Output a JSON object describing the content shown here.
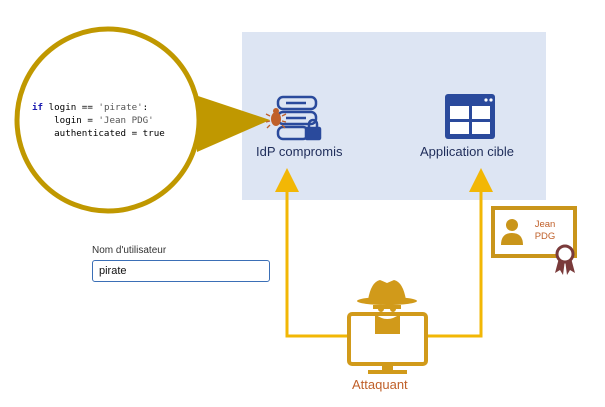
{
  "diagram": {
    "idp": {
      "label": "IdP compromis",
      "icon": "server-lock-icon",
      "bug_icon": "bug-icon"
    },
    "app": {
      "label": "Application cible",
      "icon": "app-window-icon"
    },
    "code_callout": {
      "lines": [
        {
          "kw": "if",
          "rest": " login == ",
          "str": "'pirate'",
          "end": ":"
        },
        {
          "kw": "",
          "rest": "    login = ",
          "str": "'Jean PDG'",
          "end": ""
        },
        {
          "kw": "",
          "rest": "    authenticated = true",
          "str": "",
          "end": ""
        }
      ]
    },
    "login_form": {
      "label": "Nom d'utilisateur",
      "value": "pirate"
    },
    "attacker": {
      "label": "Attaquant",
      "icon": "hacker-icon"
    },
    "certificate": {
      "name_line1": "Jean",
      "name_line2": "PDG",
      "icon": "certificate-icon"
    },
    "colors": {
      "panel": "#dde5f3",
      "arrow": "#f2b705",
      "callout_border": "#c09800",
      "icon_blue": "#2a4a9c",
      "attacker": "#d19a1a",
      "cert": "#c9951a"
    }
  }
}
